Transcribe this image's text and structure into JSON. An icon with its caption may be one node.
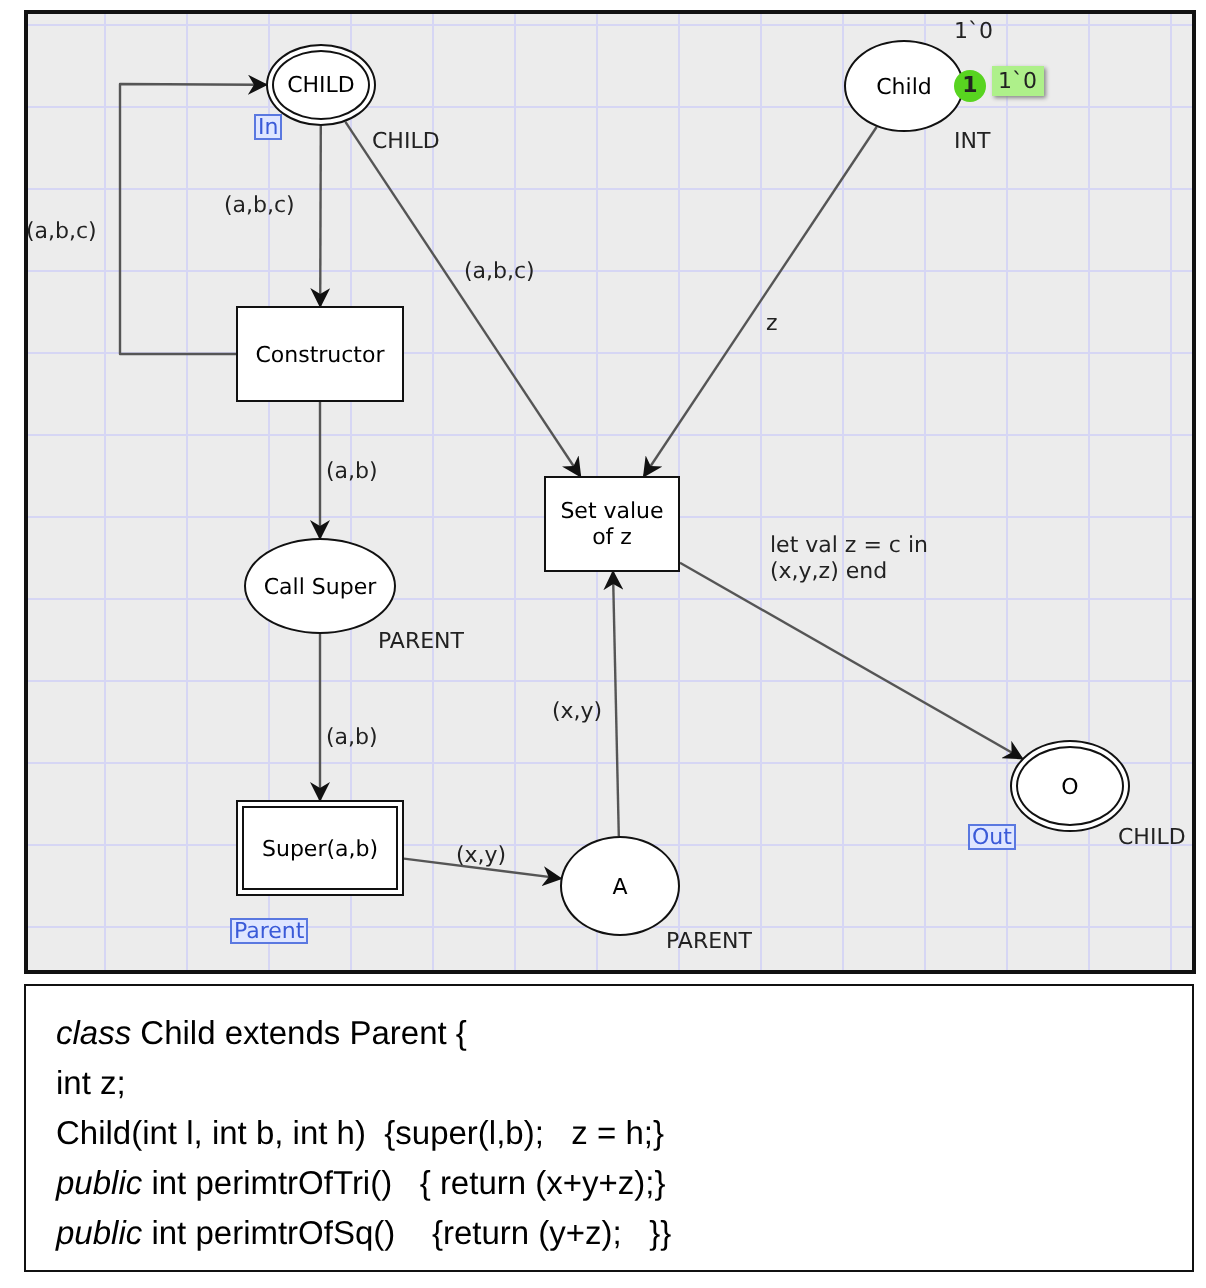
{
  "diagram": {
    "nodes": [
      {
        "text": [
          "CHILD"
        ],
        "beside": [
          "In",
          "CHILD"
        ]
      },
      {
        "text": [
          "Child"
        ],
        "beside": [
          "1`0",
          "1",
          "1`0",
          "INT"
        ]
      },
      {
        "text": [
          "Constructor"
        ]
      },
      {
        "text": [
          "Set value of z"
        ]
      },
      {
        "text": [
          "Call Super"
        ],
        "beside": [
          "PARENT"
        ]
      },
      {
        "text": [
          "Super(a,b)"
        ],
        "beside": [
          "Parent"
        ]
      },
      {
        "text": [
          "A"
        ],
        "beside": [
          "PARENT"
        ]
      },
      {
        "text": [
          "O"
        ],
        "beside": [
          "Out",
          "CHILD"
        ]
      },
      {
        "text": [
          "*class* Child extends Parent {",
          "int z;",
          "Child(int l, int b, int h)  {super(l,b);   z = h;}",
          "*public* int perimtrOfTri()   { return (x+y+z);}",
          "*public* int perimtrOfSq()    {return (y+z);   }}"
        ]
      }
    ],
    "edges": [
      {
        "from": 0,
        "to": 2,
        "arrow": "to",
        "label": "(a,b,c)"
      },
      {
        "from": 2,
        "to": 0,
        "arrow": "to",
        "label": "(a,b,c)"
      },
      {
        "from": 0,
        "to": 3,
        "arrow": "to",
        "label": "(a,b,c)"
      },
      {
        "from": 1,
        "to": 3,
        "arrow": "to",
        "label": "z"
      },
      {
        "from": 2,
        "to": 4,
        "arrow": "to",
        "label": "(a,b)"
      },
      {
        "from": 4,
        "to": 5,
        "arrow": "to",
        "label": "(a,b)"
      },
      {
        "from": 5,
        "to": 6,
        "arrow": "to",
        "label": "(x,y)"
      },
      {
        "from": 6,
        "to": 3,
        "arrow": "to",
        "label": "(x,y)"
      },
      {
        "from": 3,
        "to": 7,
        "arrow": "to",
        "label": "let val z = c in (x,y,z) end"
      }
    ]
  }
}
